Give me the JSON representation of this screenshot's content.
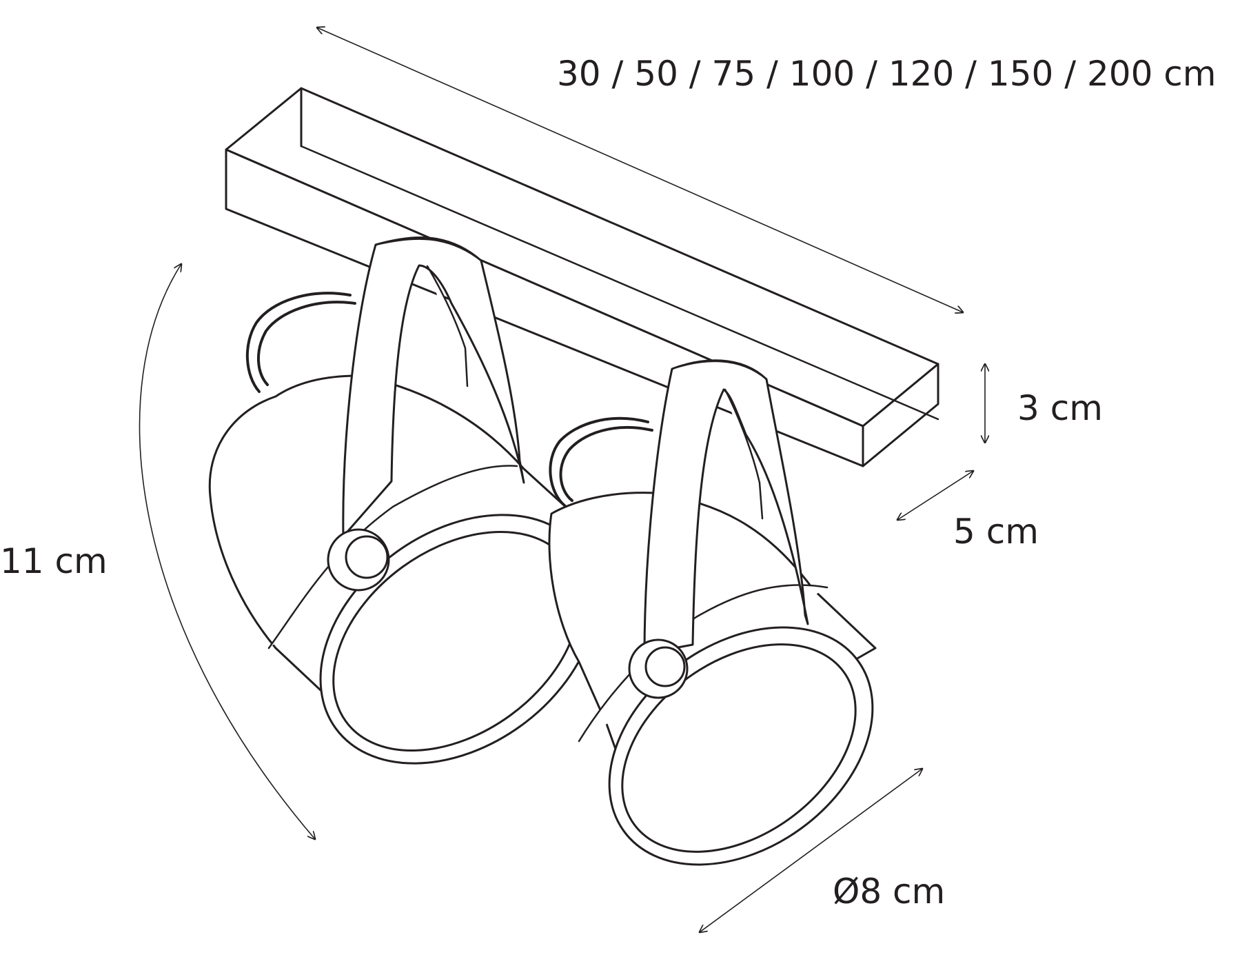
{
  "colors": {
    "line": "#231f20",
    "background": "#ffffff"
  },
  "dimensions": {
    "length": "30 / 50 / 75 / 100 / 120 / 150 / 200 cm",
    "height": "3 cm",
    "depth": "5 cm",
    "spot_height": "11 cm",
    "diameter": "Ø8 cm"
  }
}
